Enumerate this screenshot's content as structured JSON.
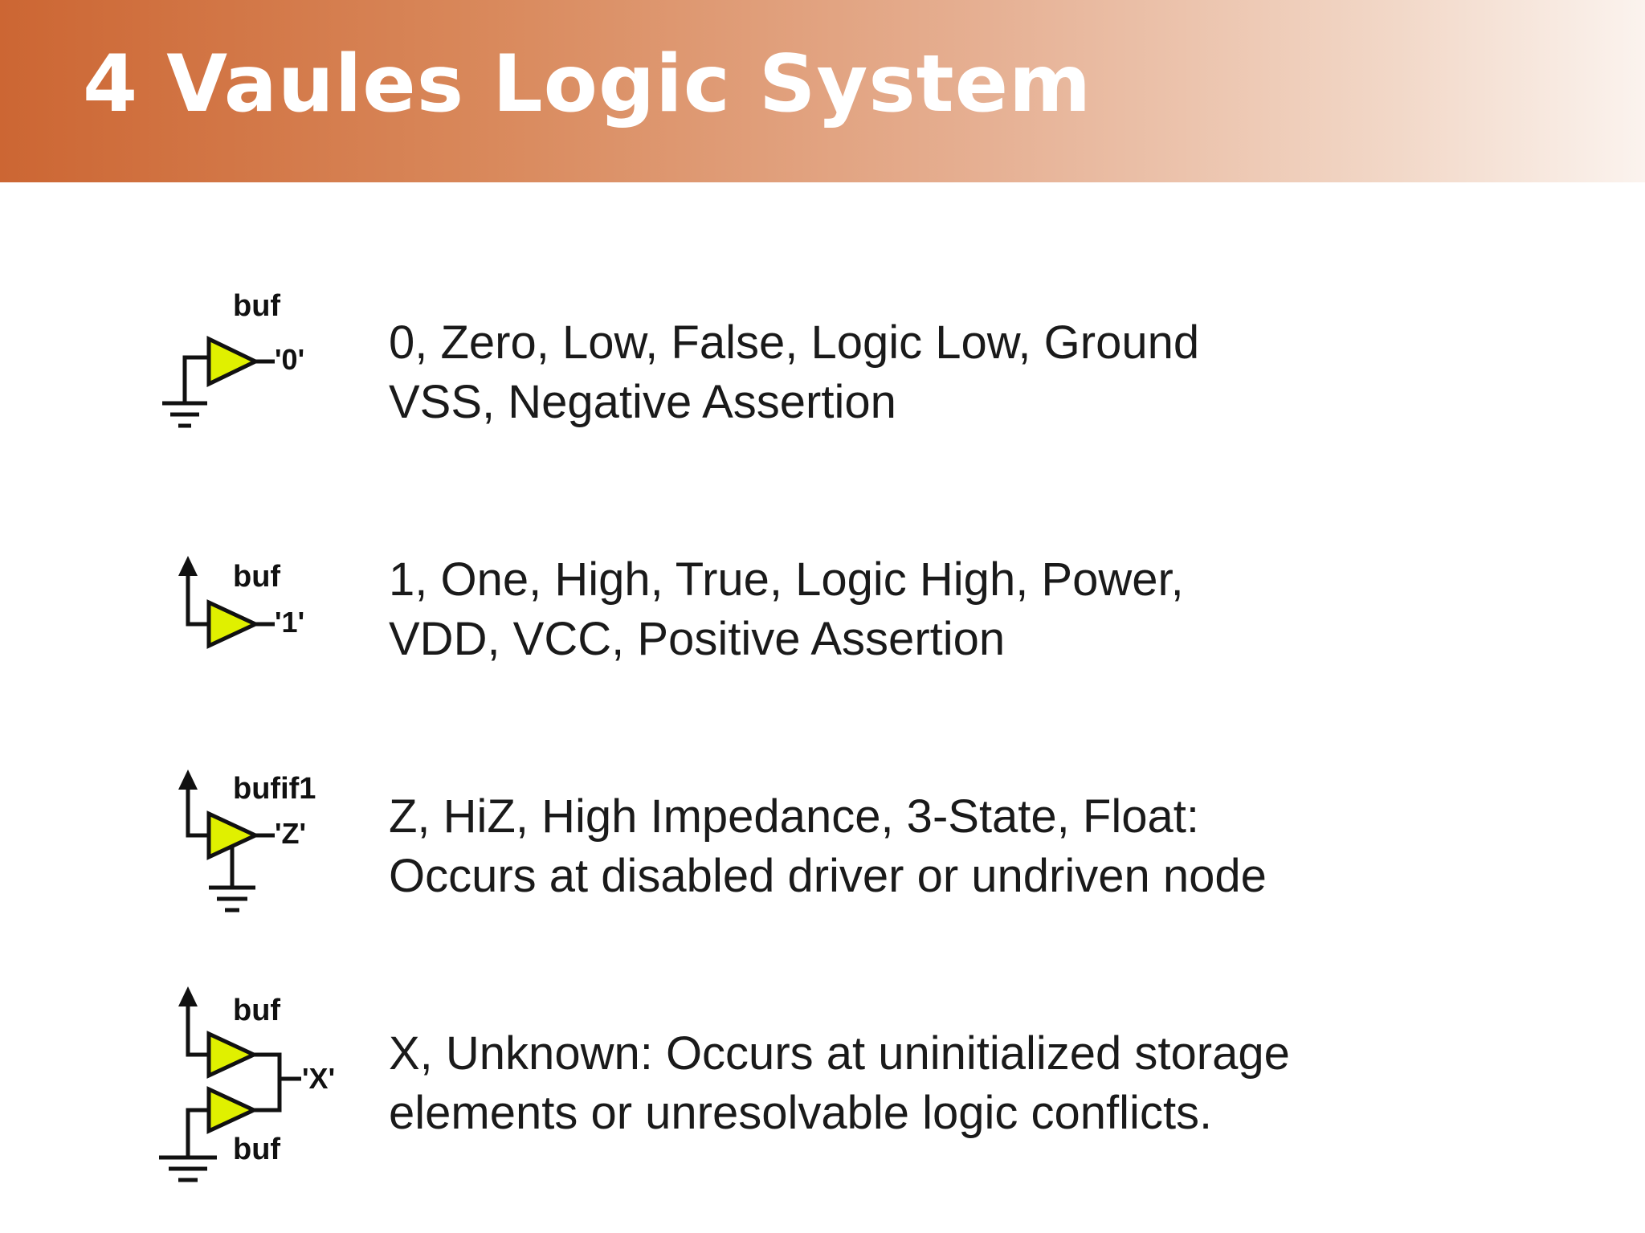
{
  "title": "4 Vaules Logic System",
  "colors": {
    "header_start": "#cc6633",
    "header_end": "#fbf3ee",
    "buffer_fill": "#e0f000"
  },
  "rows": [
    {
      "gate": "buf",
      "output": "'0'",
      "lines": [
        "0, Zero, Low, False, Logic Low, Ground",
        "VSS, Negative Assertion"
      ]
    },
    {
      "gate": "buf",
      "output": "'1'",
      "lines": [
        "1, One, High, True, Logic High, Power,",
        "VDD, VCC, Positive Assertion"
      ]
    },
    {
      "gate": "bufif1",
      "output": "'Z'",
      "lines": [
        "Z, HiZ, High Impedance, 3-State, Float:",
        "Occurs at disabled driver or undriven node"
      ]
    },
    {
      "gate": "buf",
      "gate2": "buf",
      "output": "'X'",
      "lines": [
        "X, Unknown: Occurs at uninitialized storage",
        "elements or unresolvable logic conflicts."
      ]
    }
  ]
}
